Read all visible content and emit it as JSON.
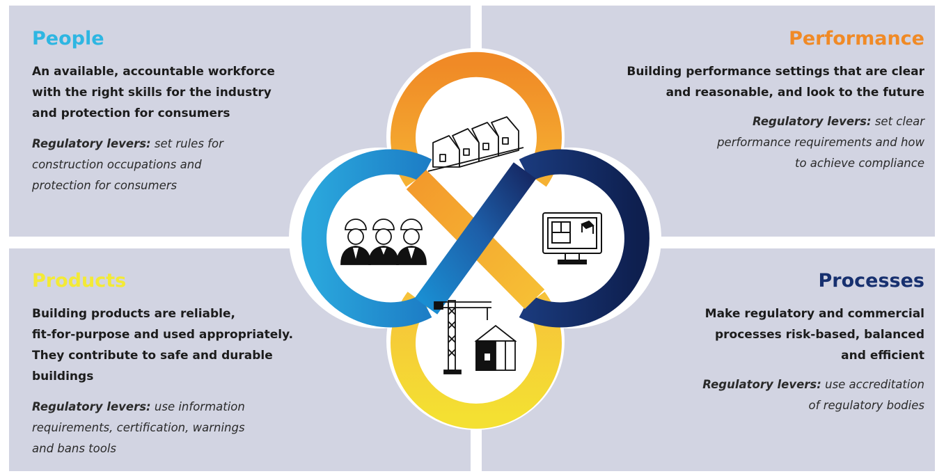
{
  "colors": {
    "people": "#2eb6e2",
    "performance": "#f08a26",
    "products": "#f3ea36",
    "processes": "#17306f",
    "panel": "#d2d4e2"
  },
  "icons": {
    "people": "construction-workers-icon",
    "performance": "row-of-houses-icon",
    "processes": "computer-blueprint-icon",
    "products": "crane-and-building-icon"
  },
  "people": {
    "title": "People",
    "description": [
      "An available, accountable workforce",
      "with the right skills for the industry",
      "and protection for consumers"
    ],
    "levers_label": "Regulatory levers:",
    "levers": [
      "set rules for",
      "construction occupations and",
      "protection for consumers"
    ]
  },
  "performance": {
    "title": "Performance",
    "description": [
      "Building performance settings that are clear",
      "and reasonable, and look to the future"
    ],
    "levers_label": "Regulatory levers:",
    "levers": [
      "set clear",
      "performance requirements and how",
      "to achieve compliance"
    ]
  },
  "products": {
    "title": "Products",
    "description": [
      "Building products are reliable,",
      "fit-for-purpose and used appropriately.",
      "They contribute to safe and durable",
      "buildings"
    ],
    "levers_label": "Regulatory levers:",
    "levers": [
      "use information",
      "requirements, certification, warnings",
      "and bans tools"
    ]
  },
  "processes": {
    "title": "Processes",
    "description": [
      "Make regulatory and commercial",
      "processes risk-based, balanced",
      "and efficient"
    ],
    "levers_label": "Regulatory levers:",
    "levers": [
      "use accreditation",
      "of regulatory bodies"
    ]
  }
}
